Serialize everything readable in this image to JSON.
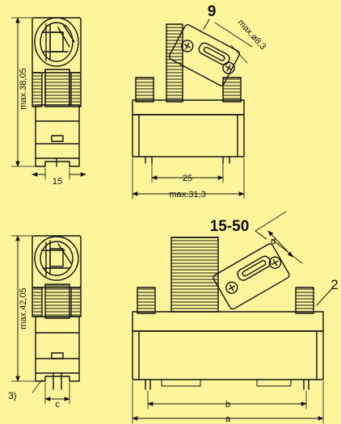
{
  "background_color": "#fdf59c",
  "line_color": "#111111",
  "top": {
    "callout": "9",
    "height": "max.38,05",
    "width_front": "15",
    "diameter": "max.ø8,3",
    "width_side": "25",
    "width_side_max": "max.31,3"
  },
  "bottom": {
    "callout": "15-50",
    "height": "max.42,05",
    "note": "3)",
    "width_front": "c",
    "dim_d": "d",
    "callout_right": "2",
    "dim_b": "b",
    "dim_a": "a"
  }
}
